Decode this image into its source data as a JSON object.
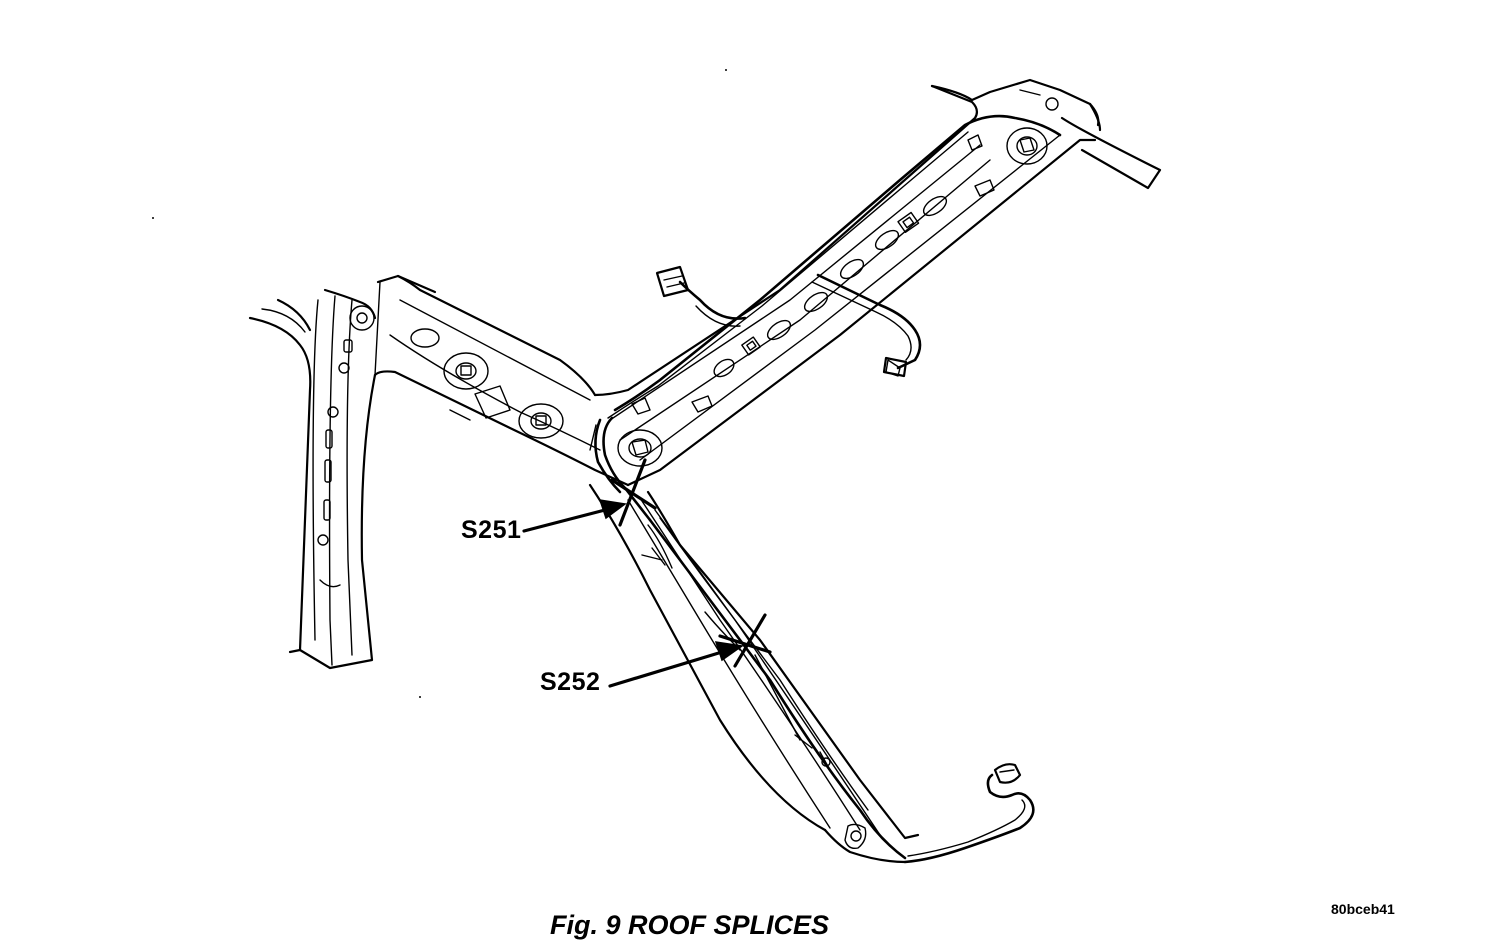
{
  "figure": {
    "caption": "Fig. 9 ROOF SPLICES",
    "code": "80bceb41"
  },
  "callouts": [
    {
      "id": "s251",
      "label": "S251"
    },
    {
      "id": "s252",
      "label": "S252"
    }
  ],
  "parts": [
    "a-pillar",
    "windshield-header",
    "roof-rail",
    "roof-bow",
    "wiring-harness",
    "splice-s251",
    "splice-s252",
    "connector"
  ]
}
